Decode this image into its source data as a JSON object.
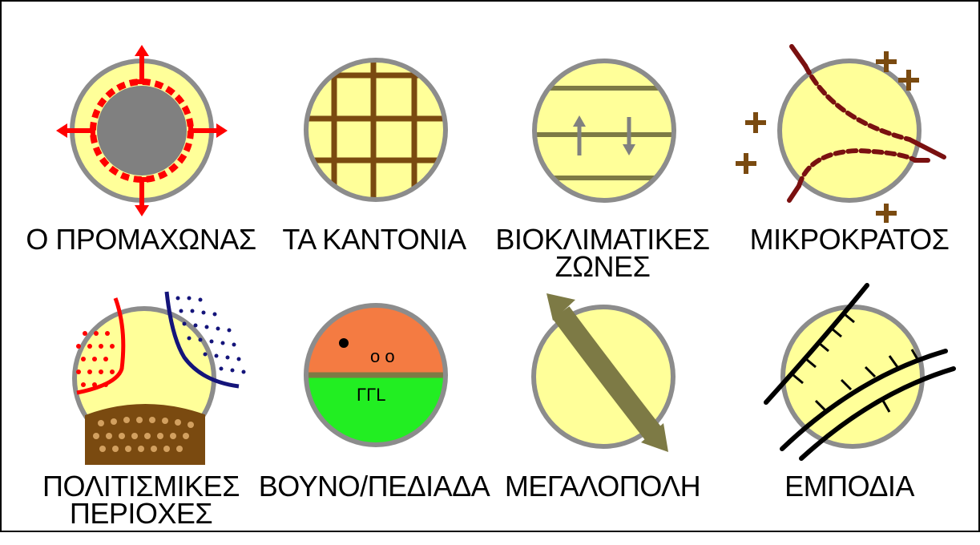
{
  "colors": {
    "disc_fill": "#ffff99",
    "disc_ring": "#8c8c8c",
    "red": "#ff0000",
    "brown": "#7a4a10",
    "dark_red": "#7a1010",
    "navy": "#14147a",
    "olive": "#7d7a45",
    "orange": "#f47b42",
    "green": "#22ee22",
    "grey": "#808080"
  },
  "panels": [
    {
      "id": "promachonas",
      "icon": "bastion-icon",
      "caption": "Ο ΠΡΟΜΑΧΩΝΑΣ"
    },
    {
      "id": "kantonia",
      "icon": "grid-icon",
      "caption": "ΤΑ ΚΑΝΤΟΝΙΑ"
    },
    {
      "id": "bioklimatikes",
      "icon": "climate-zones-icon",
      "caption": "ΒΙΟΚΛΙΜΑΤΙΚΕΣ\nΖΩΝΕΣ"
    },
    {
      "id": "mikrokratos",
      "icon": "microstate-icon",
      "caption": "ΜΙΚΡΟΚΡΑΤΟΣ"
    },
    {
      "id": "politismikes",
      "icon": "cultural-areas-icon",
      "caption": "ΠΟΛΙΤΙΣΜΙΚΕΣ\nΠΕΡΙΟΧΕΣ"
    },
    {
      "id": "vouno",
      "icon": "mountain-plain-icon",
      "caption": "ΒΟΥΝΟ/ΠΕΔΙΑΔΑ",
      "label_upper": "o o",
      "label_lower": "ΓΓL"
    },
    {
      "id": "megalopoli",
      "icon": "megalopolis-icon",
      "caption": "ΜΕΓΑΛΟΠΟΛΗ"
    },
    {
      "id": "empodia",
      "icon": "barriers-icon",
      "caption": "ΕΜΠΟΔΙΑ"
    }
  ]
}
